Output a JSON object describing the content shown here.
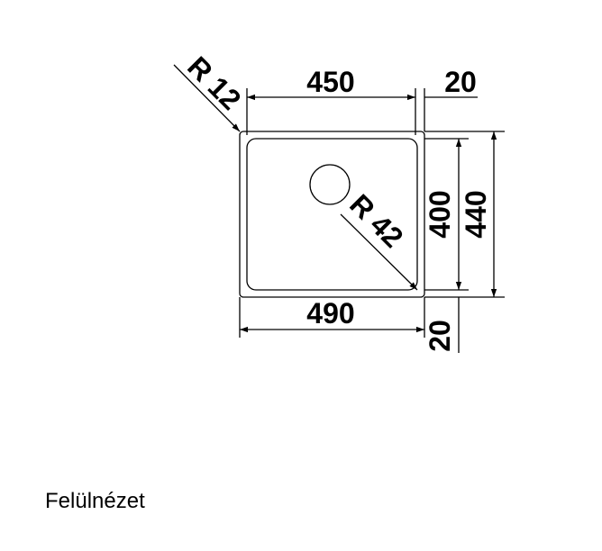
{
  "view": {
    "caption": "Felülnézet"
  },
  "dimensions": {
    "radius_corner": "R 12",
    "inner_width": "450",
    "rim_top": "20",
    "inner_depth": "400",
    "outer_depth": "440",
    "radius_inner": "R 42",
    "outer_width": "490",
    "rim_bottom": "20"
  },
  "colors": {
    "line": "#000000",
    "background": "#ffffff"
  }
}
